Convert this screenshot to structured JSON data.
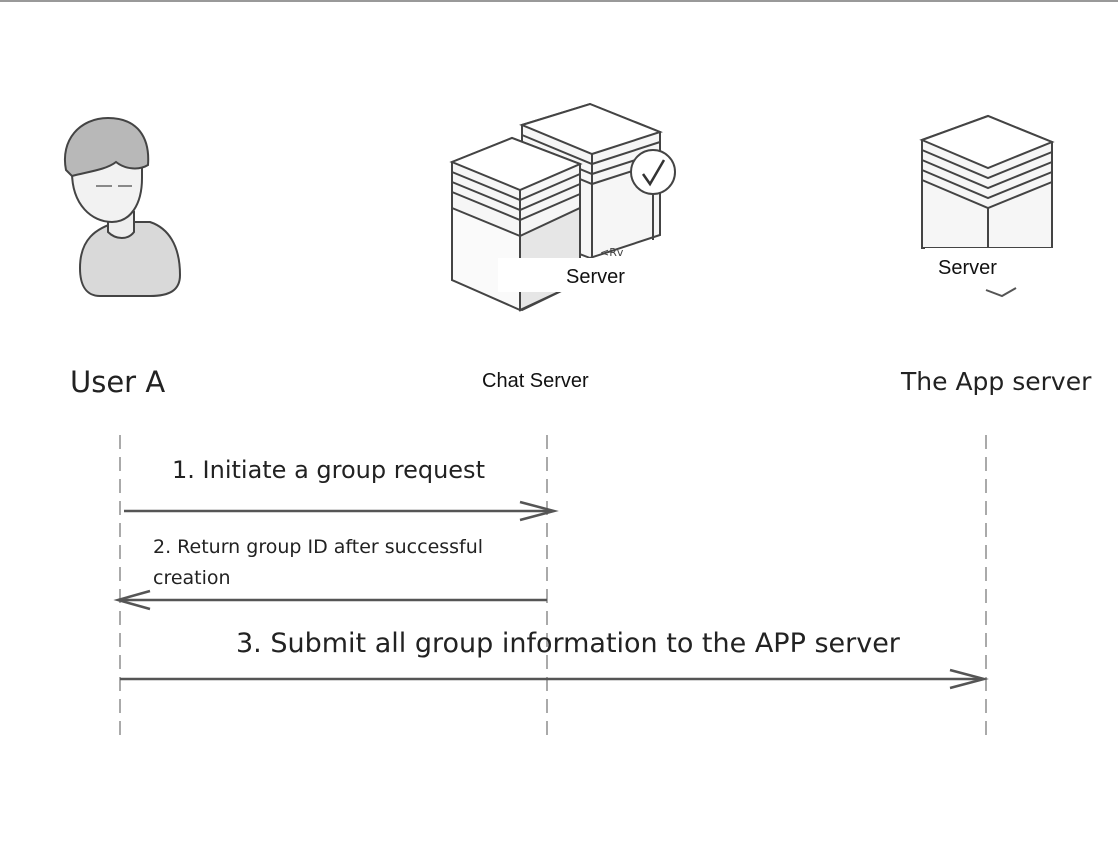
{
  "actors": [
    {
      "name": "User A",
      "icon": "user-avatar-icon"
    },
    {
      "name": "Chat Server",
      "icon": "server-stack-with-check-icon",
      "icon_caption": "Server",
      "icon_fragment": "<Rv"
    },
    {
      "name": "The App server",
      "icon": "server-stack-icon",
      "icon_caption": "Server"
    }
  ],
  "messages": [
    {
      "step": "1. Initiate a group request",
      "from": "User A",
      "to": "Chat Server"
    },
    {
      "step_lines": [
        "2. Return group ID after successful",
        "creation"
      ],
      "from": "Chat Server",
      "to": "User A"
    },
    {
      "step": "3. Submit all group information to the APP server",
      "from": "User A",
      "to": "The App server"
    }
  ],
  "colors": {
    "line": "#555555",
    "lifeline": "#aaaaaa",
    "text": "#222222",
    "top_border": "#999999"
  }
}
